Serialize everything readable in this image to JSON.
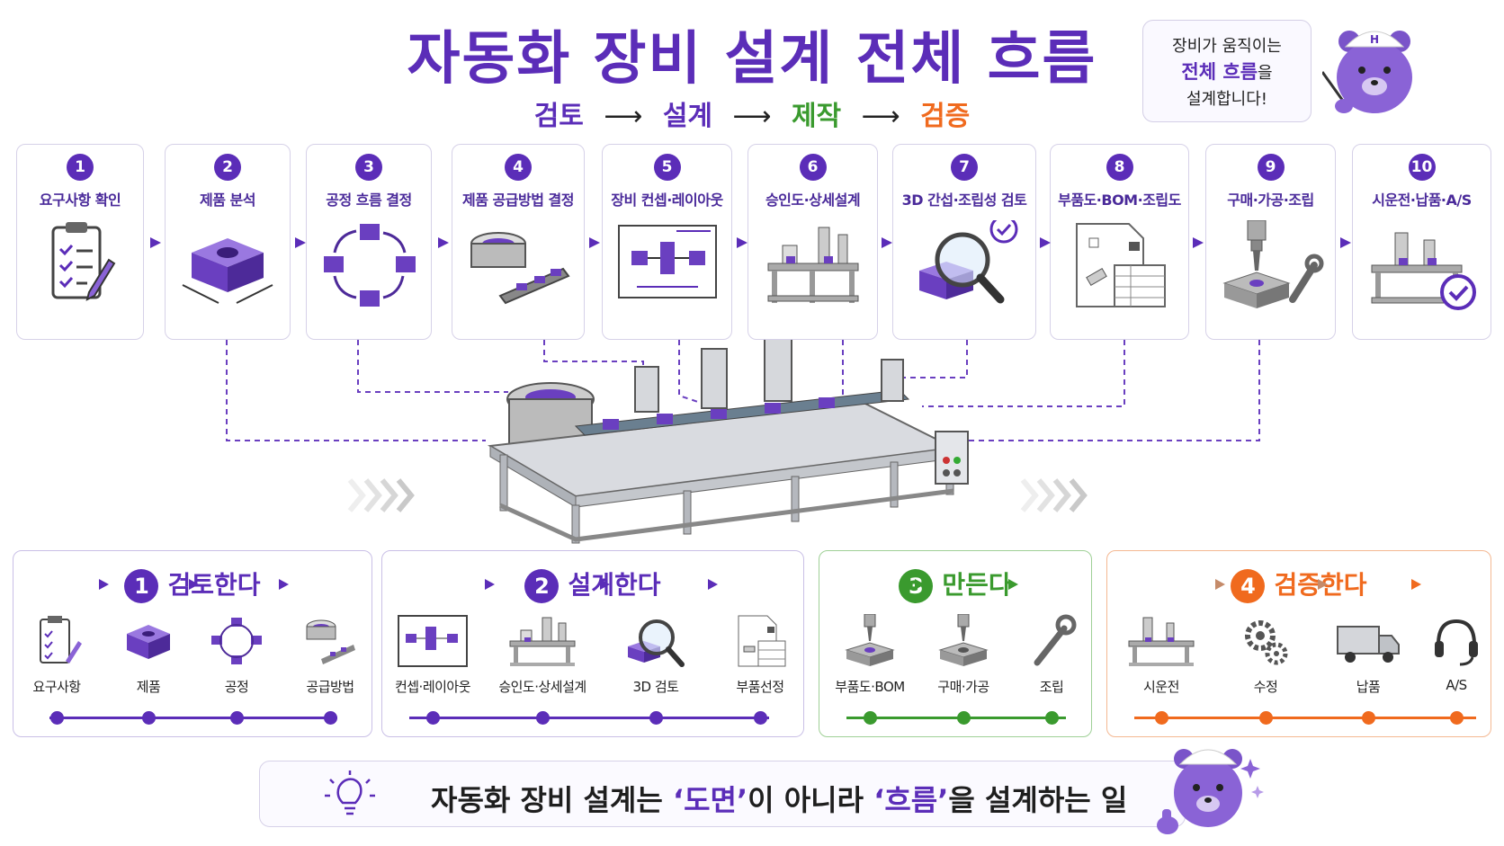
{
  "title": "자동화 장비 설계 전체 흐름",
  "phases_line": {
    "p1": "검토",
    "p2": "설계",
    "p3": "제작",
    "p4": "검증",
    "arrow": "⟶"
  },
  "colors": {
    "primary": "#5b2db8",
    "review": "#5b2db8",
    "design": "#5b2db8",
    "make": "#3a9a2e",
    "verify": "#f06a1e"
  },
  "bubble": {
    "line1": "장비가 움직이는",
    "line2": "전체 흐름",
    "line2_suffix": "을",
    "line3": "설계합니다!"
  },
  "steps": [
    {
      "num": "1",
      "label": "요구사항 확인",
      "icon": "clipboard-icon"
    },
    {
      "num": "2",
      "label": "제품 분석",
      "icon": "product-block-icon"
    },
    {
      "num": "3",
      "label": "공정 흐름 결정",
      "icon": "process-cycle-icon"
    },
    {
      "num": "4",
      "label": "제품 공급방법 결정",
      "icon": "feeder-conveyor-icon"
    },
    {
      "num": "5",
      "label": "장비 컨셉·레이아웃",
      "icon": "layout-diagram-icon"
    },
    {
      "num": "6",
      "label": "승인도·상세설계",
      "icon": "machine-icon"
    },
    {
      "num": "7",
      "label": "3D 간섭·조립성 검토",
      "icon": "magnifier-icon"
    },
    {
      "num": "8",
      "label": "부품도·BOM·조립도",
      "icon": "drawing-sheet-icon"
    },
    {
      "num": "9",
      "label": "구매·가공·조립",
      "icon": "drill-wrench-icon"
    },
    {
      "num": "10",
      "label": "시운전·납품·A/S",
      "icon": "machine-check-icon"
    }
  ],
  "phase_cards": [
    {
      "num": "1",
      "title": "검토한다",
      "items": [
        "요구사항",
        "제품",
        "공정",
        "공급방법"
      ]
    },
    {
      "num": "2",
      "title": "설계한다",
      "items": [
        "컨셉·레이아웃",
        "승인도·상세설계",
        "3D 검토",
        "부품선정"
      ]
    },
    {
      "num": "3",
      "title": "만든다",
      "items": [
        "부품도·BOM",
        "구매·가공",
        "조립"
      ]
    },
    {
      "num": "4",
      "title": "검증한다",
      "items": [
        "시운전",
        "수정",
        "납품",
        "A/S"
      ]
    }
  ],
  "bottom": {
    "pre": "자동화 장비 설계는 ",
    "q1": "‘도면’",
    "mid": "이 아니라 ",
    "q2": "‘흐름’",
    "post": "을 설계하는 일"
  }
}
